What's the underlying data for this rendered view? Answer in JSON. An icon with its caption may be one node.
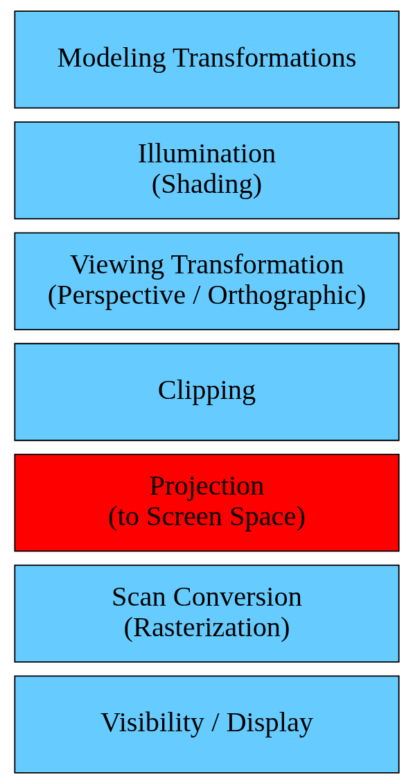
{
  "diagram": {
    "nodes": [
      {
        "text": [
          "Modeling Transformations"
        ]
      },
      {
        "text": [
          "Illumination",
          "(Shading)"
        ]
      },
      {
        "text": [
          "Viewing Transformation",
          "(Perspective / Orthographic)"
        ]
      },
      {
        "text": [
          "Clipping"
        ]
      },
      {
        "text": [
          "Projection",
          "(to Screen Space)"
        ]
      },
      {
        "text": [
          "Scan Conversion",
          "(Rasterization)"
        ]
      },
      {
        "text": [
          "Visibility / Display"
        ]
      }
    ]
  }
}
